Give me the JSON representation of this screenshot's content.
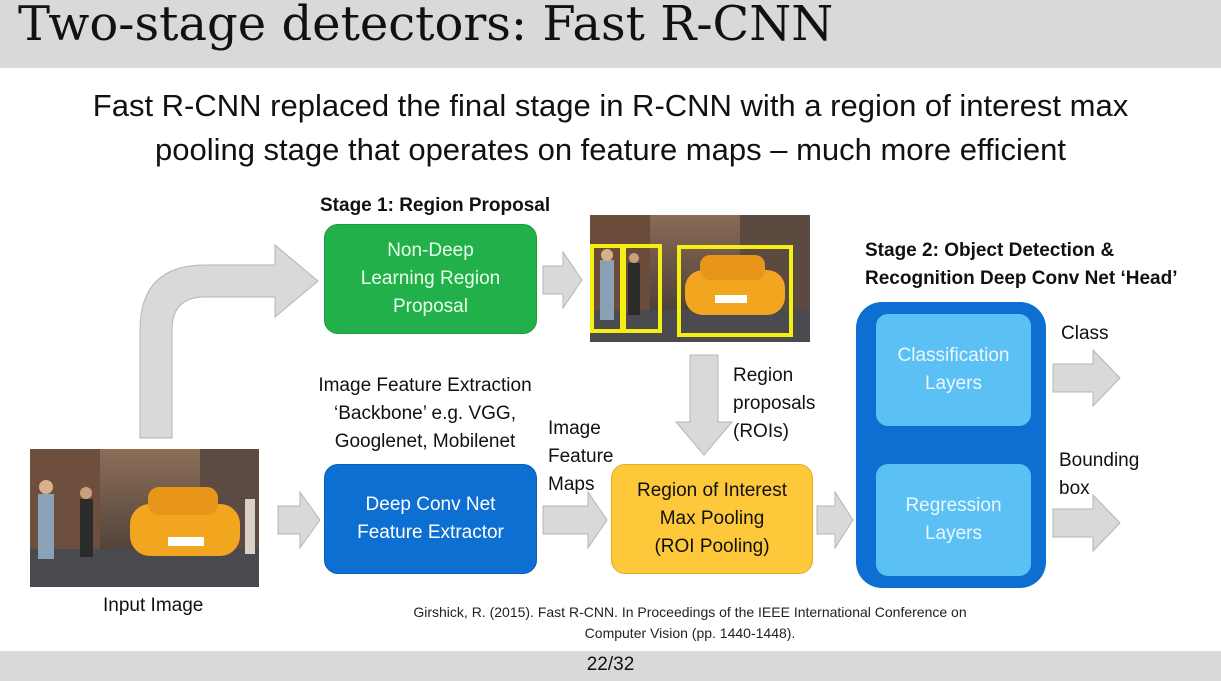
{
  "slide": {
    "title": "Two-stage detectors: Fast R-CNN",
    "subtitle_line1": "Fast R-CNN replaced the final stage in R-CNN with a region of interest max",
    "subtitle_line2": "pooling stage that operates on feature maps – much more efficient",
    "page_number": "22/32"
  },
  "diagram": {
    "stage1_heading": "Stage 1: Region Proposal",
    "region_proposal_box": [
      "Non-Deep",
      "Learning Region",
      "Proposal"
    ],
    "backbone_caption": [
      "Image Feature Extraction",
      "‘Backbone’ e.g. VGG,",
      "Googlenet, Mobilenet"
    ],
    "feature_extractor_box": [
      "Deep Conv Net",
      "Feature Extractor"
    ],
    "feature_maps_label": [
      "Image",
      "Feature",
      "Maps"
    ],
    "region_proposals_label": [
      "Region",
      "proposals",
      "(ROIs)"
    ],
    "roi_pooling_box": [
      "Region of Interest",
      "Max Pooling",
      "(ROI Pooling)"
    ],
    "stage2_heading": [
      "Stage 2: Object Detection &",
      "Recognition Deep Conv Net ‘Head’"
    ],
    "classification_box": [
      "Classification",
      "Layers"
    ],
    "regression_box": [
      "Regression",
      "Layers"
    ],
    "class_label": "Class",
    "bbox_label": [
      "Bounding",
      "box"
    ],
    "input_image_label": "Input Image"
  },
  "citation": [
    "Girshick, R. (2015). Fast R-CNN. In Proceedings of the IEEE International Conference on",
    "Computer Vision (pp. 1440-1448)."
  ],
  "colors": {
    "title_bar": "#d9d9d9",
    "green_box": "#22b04a",
    "blue_box": "#0d6fd1",
    "roi_box": "#fdc93a",
    "head_inner": "#5bc1f5",
    "arrow": "#d9d9d9",
    "proposal_outline": "#f5ef13"
  }
}
